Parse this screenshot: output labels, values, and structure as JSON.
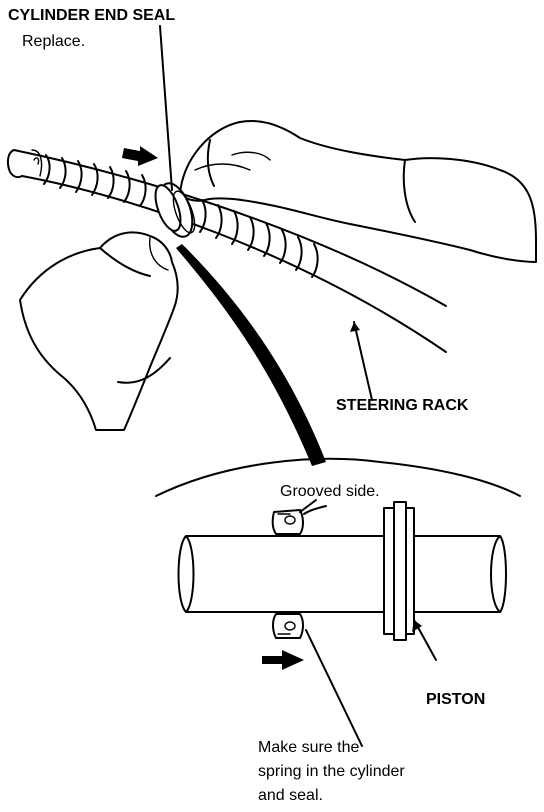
{
  "labels": {
    "cylinder_end_seal": "CYLINDER END SEAL",
    "replace": "Replace.",
    "steering_rack": "STEERING RACK",
    "grooved_side": "Grooved side.",
    "piston": "PISTON",
    "note_line1": "Make sure the",
    "note_line2": "spring in the cylinder",
    "note_line3": "and seal."
  },
  "colors": {
    "ink": "#000000",
    "paper": "#ffffff"
  },
  "icons": {
    "upper_push_arrow": "arrow-right-icon",
    "lower_push_arrow": "arrow-right-icon"
  }
}
